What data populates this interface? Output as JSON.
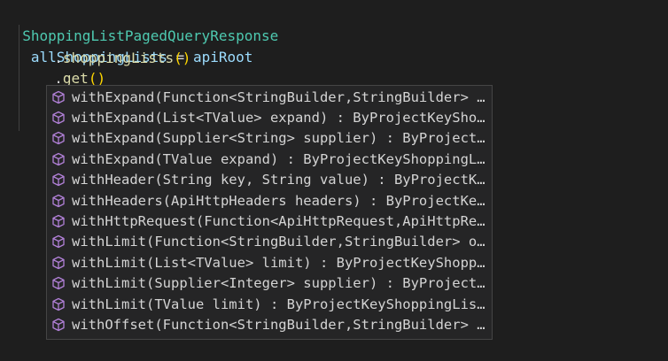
{
  "code": {
    "line1": {
      "type": "ShoppingListPagedQueryResponse",
      "var": "allShoppingLists",
      "assign": " = ",
      "root": "apiRoot"
    },
    "line2": {
      "dot": ".",
      "method": "shoppingLists",
      "parens": "()"
    },
    "line3": {
      "dot": ".",
      "method": "get",
      "parens": "()"
    },
    "line4": {
      "dot": "."
    },
    "line5": {
      "prefix": "."
    },
    "line6": {
      "prefix": "."
    }
  },
  "suggestions": {
    "icon": "method-cube-icon",
    "icon_color": "#b180d7",
    "items": [
      "withExpand(Function<StringBuilder,StringBuilder> …",
      "withExpand(List<TValue> expand) : ByProjectKeySho…",
      "withExpand(Supplier<String> supplier) : ByProject…",
      "withExpand(TValue expand) : ByProjectKeyShoppingL…",
      "withHeader(String key, String value) : ByProjectK…",
      "withHeaders(ApiHttpHeaders headers) : ByProjectKe…",
      "withHttpRequest(Function<ApiHttpRequest,ApiHttpRe…",
      "withLimit(Function<StringBuilder,StringBuilder> o…",
      "withLimit(List<TValue> limit) : ByProjectKeyShopp…",
      "withLimit(Supplier<Integer> supplier) : ByProject…",
      "withLimit(TValue limit) : ByProjectKeyShoppingLis…",
      "withOffset(Function<StringBuilder,StringBuilder> …"
    ]
  }
}
